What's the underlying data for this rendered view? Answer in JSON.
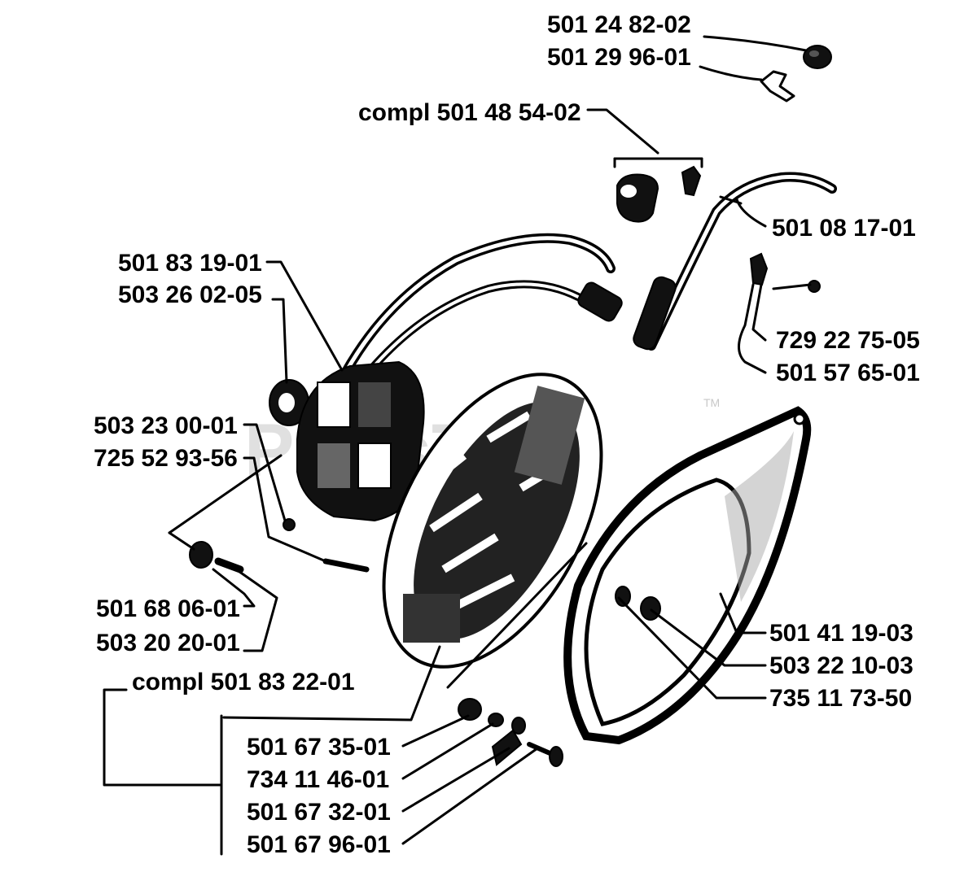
{
  "watermark": {
    "text": "PartsTree",
    "trademark": "TM"
  },
  "labels": {
    "p501248202": "501 24 82-02",
    "p501299601": "501 29 96-01",
    "compl501485402": "compl 501 48 54-02",
    "p501081701": "501 08 17-01",
    "p501831901": "501 83 19-01",
    "p503260205": "503 26 02-05",
    "p729227505": "729 22 75-05",
    "p501576501": "501 57 65-01",
    "p503230001": "503 23 00-01",
    "p725529356": "725 52 93-56",
    "p501680601": "501 68 06-01",
    "p503202001": "503 20 20-01",
    "p501411903": "501 41 19-03",
    "p503221003": "503 22 10-03",
    "p735117350": "735 11 73-50",
    "compl501832201": "compl 501 83 22-01",
    "p501673501": "501 67 35-01",
    "p734114601": "734 11 46-01",
    "p501673201": "501 67 32-01",
    "p501679601": "501 67 96-01"
  }
}
